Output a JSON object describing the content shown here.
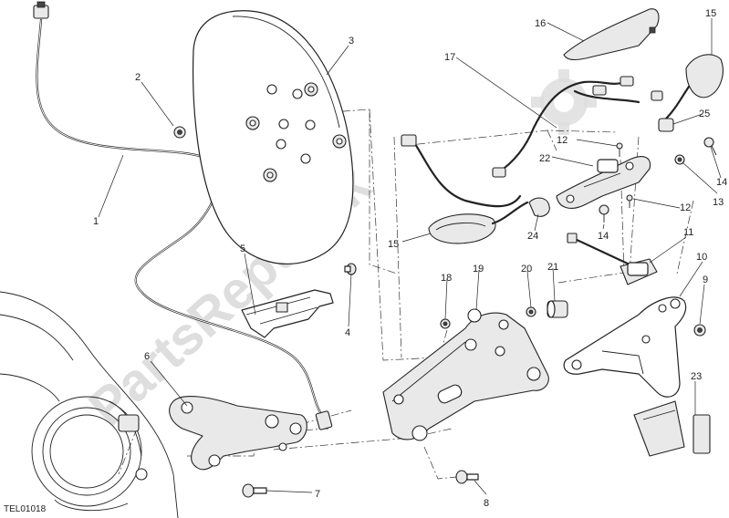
{
  "diagram": {
    "code": "TEL01018",
    "watermark": "PartsRepublik",
    "callouts": [
      {
        "id": "c1",
        "label": "1"
      },
      {
        "id": "c2",
        "label": "2"
      },
      {
        "id": "c3",
        "label": "3"
      },
      {
        "id": "c4",
        "label": "4"
      },
      {
        "id": "c5",
        "label": "5"
      },
      {
        "id": "c6",
        "label": "6"
      },
      {
        "id": "c7",
        "label": "7"
      },
      {
        "id": "c8",
        "label": "8"
      },
      {
        "id": "c9",
        "label": "9"
      },
      {
        "id": "c10",
        "label": "10"
      },
      {
        "id": "c11",
        "label": "11"
      },
      {
        "id": "c12a",
        "label": "12"
      },
      {
        "id": "c12b",
        "label": "12"
      },
      {
        "id": "c13",
        "label": "13"
      },
      {
        "id": "c14a",
        "label": "14"
      },
      {
        "id": "c14b",
        "label": "14"
      },
      {
        "id": "c15a",
        "label": "15"
      },
      {
        "id": "c15b",
        "label": "15"
      },
      {
        "id": "c16",
        "label": "16"
      },
      {
        "id": "c17",
        "label": "17"
      },
      {
        "id": "c18",
        "label": "18"
      },
      {
        "id": "c19",
        "label": "19"
      },
      {
        "id": "c20",
        "label": "20"
      },
      {
        "id": "c21",
        "label": "21"
      },
      {
        "id": "c22",
        "label": "22"
      },
      {
        "id": "c23",
        "label": "23"
      },
      {
        "id": "c24",
        "label": "24"
      },
      {
        "id": "c25",
        "label": "25"
      }
    ]
  }
}
